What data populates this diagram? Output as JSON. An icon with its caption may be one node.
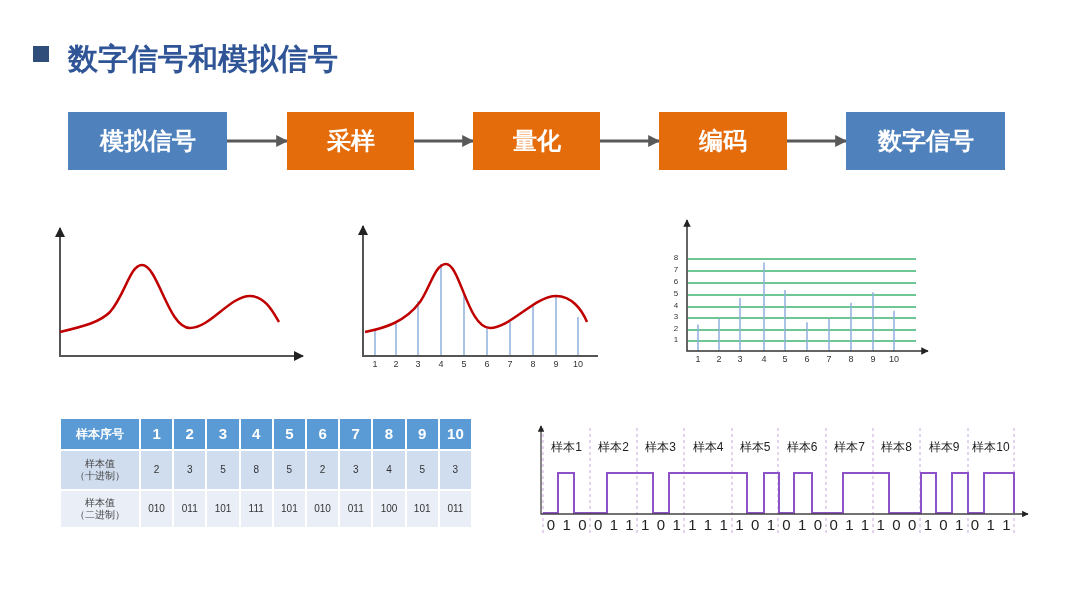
{
  "diagram": {
    "title": "数字信号和模拟信号",
    "nodes": [
      {
        "text": [
          "模拟信号"
        ]
      },
      {
        "text": [
          "采样"
        ]
      },
      {
        "text": [
          "量化"
        ]
      },
      {
        "text": [
          "编码"
        ]
      },
      {
        "text": [
          "数字信号"
        ]
      }
    ],
    "edges": [
      {
        "from": 0,
        "to": 1,
        "arrow": "to"
      },
      {
        "from": 1,
        "to": 2,
        "arrow": "to"
      },
      {
        "from": 2,
        "to": 3,
        "arrow": "to"
      },
      {
        "from": 3,
        "to": 4,
        "arrow": "to"
      }
    ],
    "labels": [
      "1",
      "2",
      "3",
      "4",
      "5",
      "6",
      "7",
      "8",
      "9",
      "10",
      "8",
      "7",
      "6",
      "5",
      "4",
      "3",
      "2",
      "1",
      "1",
      "2",
      "3",
      "4",
      "5",
      "6",
      "7",
      "8",
      "9",
      "10",
      "样本序号",
      "1",
      "2",
      "3",
      "4",
      "5",
      "6",
      "7",
      "8",
      "9",
      "10",
      "样本值（十进制）",
      "2",
      "3",
      "5",
      "8",
      "5",
      "2",
      "3",
      "4",
      "5",
      "3",
      "样本值（二进制）",
      "010",
      "011",
      "101",
      "111",
      "101",
      "010",
      "011",
      "100",
      "101",
      "011",
      "样本1",
      "样本2",
      "样本3",
      "样本4",
      "样本5",
      "样本6",
      "样本7",
      "样本8",
      "样本9",
      "样本10",
      "0",
      "1",
      "0",
      "0",
      "1",
      "1",
      "1",
      "0",
      "1",
      "1",
      "1",
      "1",
      "1",
      "0",
      "1",
      "0",
      "1",
      "0",
      "0",
      "1",
      "1",
      "1",
      "0",
      "0",
      "1",
      "0",
      "1",
      "0",
      "1",
      "1"
    ]
  }
}
